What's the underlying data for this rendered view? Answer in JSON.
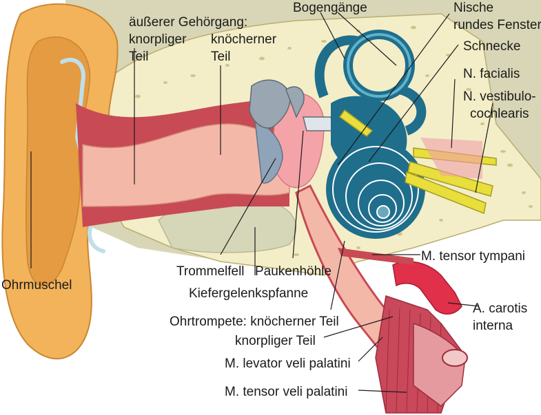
{
  "labels": {
    "gehoergang_line1": "äußerer Gehörgang:",
    "gehoergang_knorpliger": "knorpliger",
    "gehoergang_knorpliger_teil": "Teil",
    "gehoergang_knoecherner": "knöcherner",
    "gehoergang_knoecherner_teil": "Teil",
    "bogengaenge": "Bogengänge",
    "nische_line1": "Nische",
    "nische_line2": "rundes Fenster",
    "schnecke": "Schnecke",
    "n_facialis": "N. facialis",
    "n_vestibulo_line1": "N. vestibulo-",
    "n_vestibulo_line2": "cochlearis",
    "ohrmuschel": "Ohrmuschel",
    "trommelfell": "Trommelfell",
    "paukenhoehle": "Paukenhöhle",
    "kiefergelenkspfanne": "Kiefergelenkspfanne",
    "m_tensor_tympani": "M. tensor tympani",
    "a_carotis_line1": "A. carotis",
    "a_carotis_line2": "interna",
    "ohrtrompete": "Ohrtrompete: knöcherner Teil",
    "knorpliger_teil": "knorpliger Teil",
    "m_levator": "M. levator veli palatini",
    "m_tensor_veli": "M. tensor veli palatini"
  },
  "colors": {
    "auricle": "#f2b35a",
    "auricle_dark": "#d98a2e",
    "bone": "#f3eec8",
    "bone_pores": "#d7cf98",
    "gray_tissue": "#d6d6b8",
    "canal": "#f4b8a8",
    "muscle": "#c84a55",
    "inner_ear": "#1f6e8c",
    "nerve": "#e8de3c",
    "artery": "#e0304a",
    "ossicles": "#9aa7b3"
  }
}
